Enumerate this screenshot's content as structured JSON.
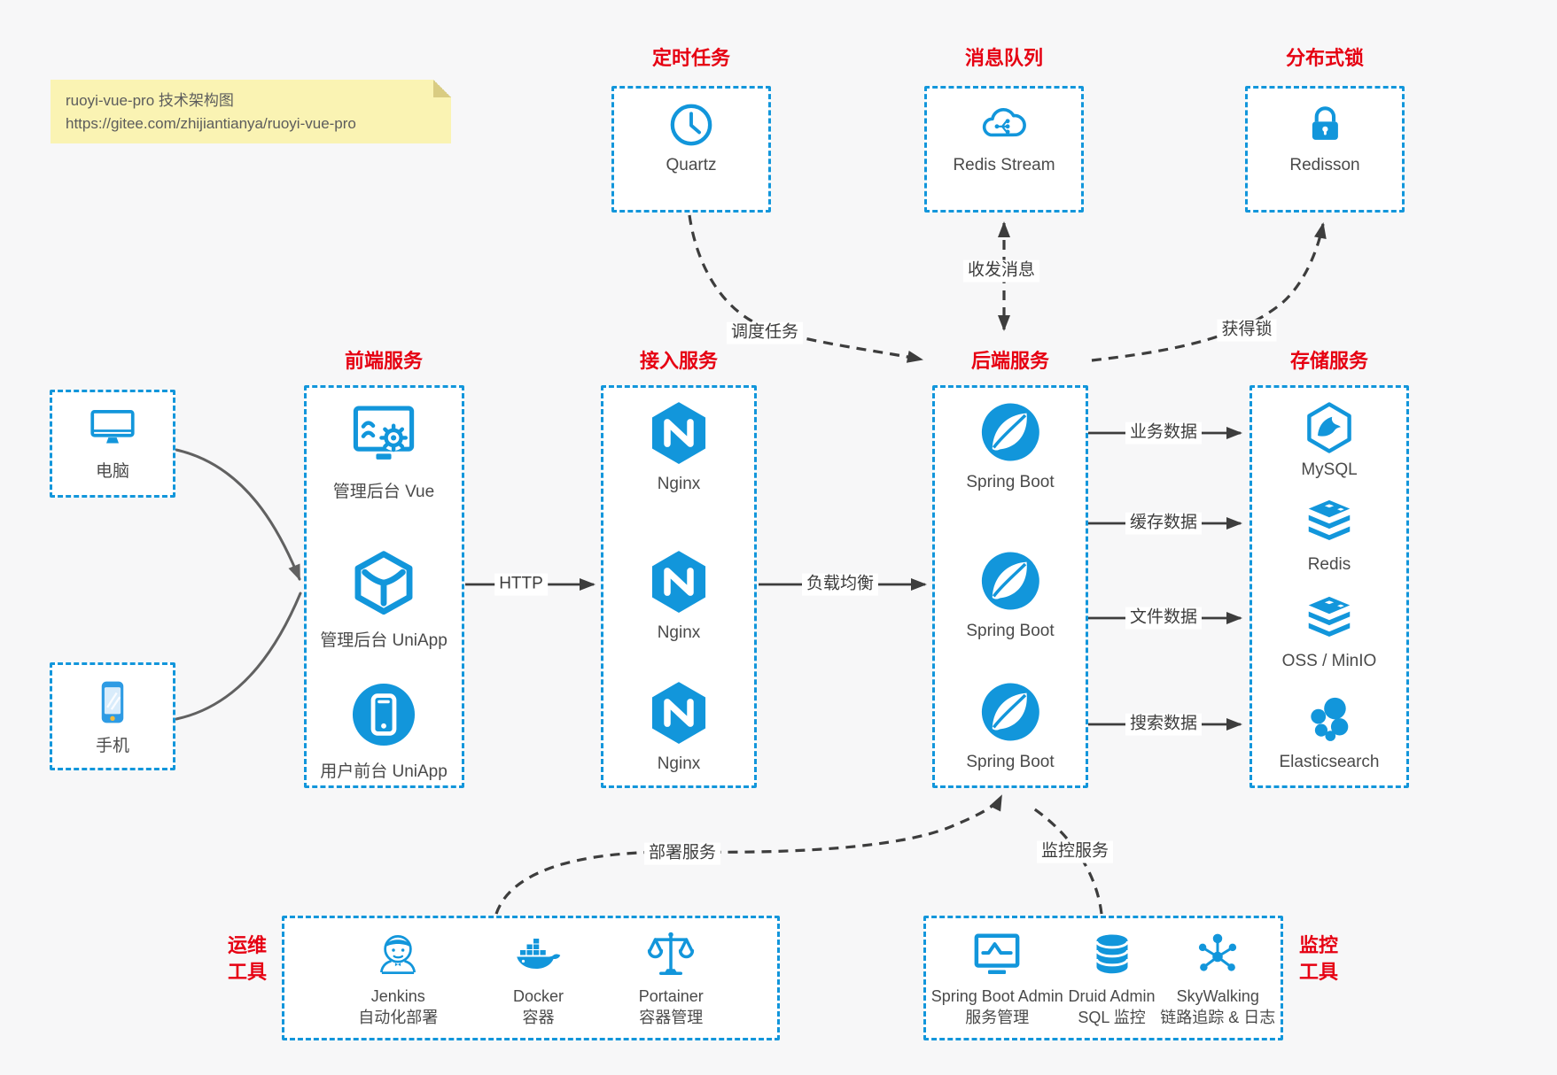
{
  "colors": {
    "accent_blue": "#1296db",
    "title_red": "#e60012",
    "wire_dark": "#3d3d3d",
    "wire_gray": "#616161",
    "note_bg": "#faf3b3"
  },
  "note": {
    "line1": "ruoyi-vue-pro 技术架构图",
    "line2": "https://gitee.com/zhijiantianya/ruoyi-vue-pro"
  },
  "top_groups": [
    {
      "title": "定时任务",
      "item": {
        "icon": "clock-icon",
        "label": "Quartz"
      }
    },
    {
      "title": "消息队列",
      "item": {
        "icon": "cloud-network-icon",
        "label": "Redis Stream"
      }
    },
    {
      "title": "分布式锁",
      "item": {
        "icon": "lock-icon",
        "label": "Redisson"
      }
    }
  ],
  "clients": [
    {
      "icon": "desktop-icon",
      "label": "电脑"
    },
    {
      "icon": "smartphone-icon",
      "label": "手机"
    }
  ],
  "columns": [
    {
      "title": "前端服务",
      "items": [
        {
          "icon": "admin-vue-icon",
          "label": "管理后台 Vue"
        },
        {
          "icon": "uniapp-cube-icon",
          "label": "管理后台 UniApp"
        },
        {
          "icon": "app-circle-icon",
          "label": "用户前台 UniApp"
        }
      ]
    },
    {
      "title": "接入服务",
      "items": [
        {
          "icon": "nginx-icon",
          "label": "Nginx"
        },
        {
          "icon": "nginx-icon",
          "label": "Nginx"
        },
        {
          "icon": "nginx-icon",
          "label": "Nginx"
        }
      ]
    },
    {
      "title": "后端服务",
      "items": [
        {
          "icon": "spring-boot-icon",
          "label": "Spring Boot"
        },
        {
          "icon": "spring-boot-icon",
          "label": "Spring Boot"
        },
        {
          "icon": "spring-boot-icon",
          "label": "Spring Boot"
        }
      ]
    },
    {
      "title": "存储服务",
      "items": [
        {
          "icon": "mysql-icon",
          "label": "MySQL"
        },
        {
          "icon": "redis-stack-icon",
          "label": "Redis"
        },
        {
          "icon": "redis-stack-icon",
          "label": "OSS / MinIO"
        },
        {
          "icon": "elasticsearch-icon",
          "label": "Elasticsearch"
        }
      ]
    }
  ],
  "bottom_groups": [
    {
      "title_line1": "运维",
      "title_line2": "工具",
      "items": [
        {
          "icon": "jenkins-icon",
          "label_line1": "Jenkins",
          "label_line2": "自动化部署"
        },
        {
          "icon": "docker-icon",
          "label_line1": "Docker",
          "label_line2": "容器"
        },
        {
          "icon": "portainer-icon",
          "label_line1": "Portainer",
          "label_line2": "容器管理"
        }
      ]
    },
    {
      "title_line1": "监控",
      "title_line2": "工具",
      "items": [
        {
          "icon": "spring-boot-admin-icon",
          "label_line1": "Spring Boot Admin",
          "label_line2": "服务管理"
        },
        {
          "icon": "druid-icon",
          "label_line1": "Druid Admin",
          "label_line2": "SQL 监控"
        },
        {
          "icon": "skywalking-icon",
          "label_line1": "SkyWalking",
          "label_line2": "链路追踪 & 日志"
        }
      ]
    }
  ],
  "edge_labels": {
    "http": "HTTP",
    "load_balance": "负载均衡",
    "business": "业务数据",
    "cache": "缓存数据",
    "file": "文件数据",
    "search": "搜索数据",
    "schedule": "调度任务",
    "messaging": "收发消息",
    "lock": "获得锁",
    "deploy": "部署服务",
    "monitor": "监控服务"
  }
}
